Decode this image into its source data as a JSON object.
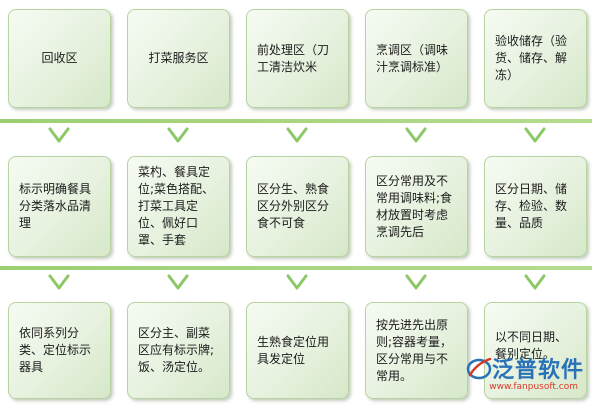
{
  "row1": [
    {
      "text": "回收区"
    },
    {
      "text": "打菜服务区"
    },
    {
      "text": "前处理区（刀工清洁炊米"
    },
    {
      "text": "烹调区（调味汁烹调标准）"
    },
    {
      "text": "验收储存（验货、储存、解冻）"
    }
  ],
  "row2": [
    {
      "text": "标示明确餐具分类落水品清理"
    },
    {
      "text": "菜杓、餐具定位;菜色搭配、打菜工具定位、佩好口罩、手套"
    },
    {
      "text": "区分生、熟食区分外别区分食不可食"
    },
    {
      "text": "区分常用及不常用调味料;食材放置时考虑烹调先后"
    },
    {
      "text": "区分日期、储存、检验、数量、品质"
    }
  ],
  "row3": [
    {
      "text": "依同系列分类、定位标示器具"
    },
    {
      "text": "区分主、副菜区应有标示牌;饭、汤定位。"
    },
    {
      "text": "生熟食定位用具发定位"
    },
    {
      "text": "按先进先出原则;容器考量，区分常用与不常用。"
    },
    {
      "text": "以不同日期、餐别定位。"
    }
  ],
  "logo": {
    "brand": "泛普软件",
    "url": "www.fanpusoft.com"
  },
  "colors": {
    "box_fill": "#e6f1de",
    "box_border": "#b7d39f",
    "connector": "#9ccf72",
    "logo_blue": "#2a72b8",
    "logo_red": "#d63a2a"
  }
}
